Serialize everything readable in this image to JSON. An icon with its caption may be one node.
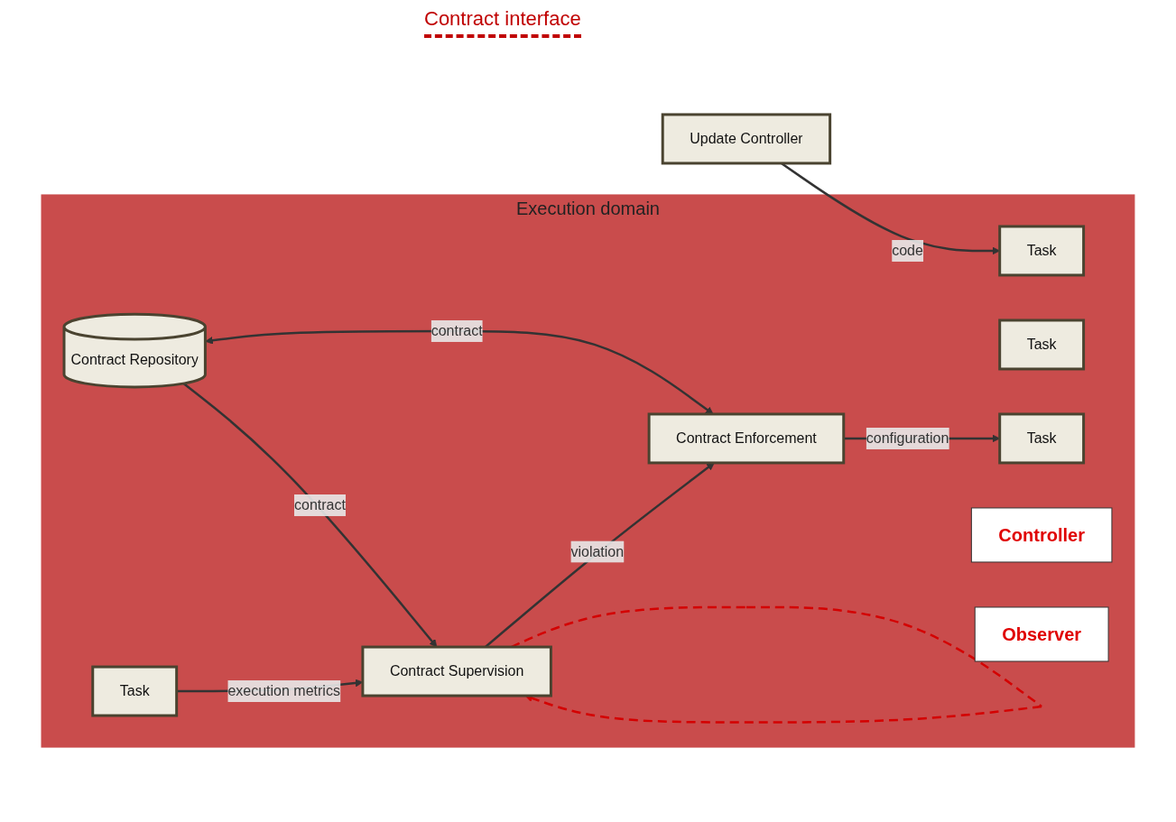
{
  "diagram": {
    "nodes": [
      {
        "text": [
          "Update Controller"
        ]
      },
      {
        "text": [
          "Execution domain"
        ]
      },
      {
        "text": [
          "Task"
        ],
        "in": 1
      },
      {
        "text": [
          "Task"
        ],
        "in": 1
      },
      {
        "text": [
          "Task"
        ],
        "in": 1
      },
      {
        "text": [
          "Task"
        ],
        "in": 1
      },
      {
        "text": [
          "Controller"
        ],
        "in": 1
      },
      {
        "text": [
          "Contract Enforcement"
        ],
        "in": 1
      },
      {
        "text": [
          "Contract Repository"
        ],
        "in": 1
      },
      {
        "text": [
          "Contract Supervision"
        ],
        "in": 1
      },
      {
        "text": [
          "Observer"
        ],
        "in": 1
      }
    ],
    "edges": [
      {
        "from": 0,
        "to": 2,
        "arrow": "to",
        "label": "code"
      },
      {
        "from": 8,
        "to": 7,
        "arrow": "both",
        "label": "contract"
      },
      {
        "from": 8,
        "to": 9,
        "arrow": "to",
        "label": "contract"
      },
      {
        "from": 9,
        "to": 7,
        "arrow": "to",
        "label": "violation"
      },
      {
        "from": 7,
        "to": 4,
        "arrow": "to",
        "label": "configuration"
      },
      {
        "from": 5,
        "to": 9,
        "arrow": "to",
        "label": "execution metrics"
      },
      {
        "from": 9,
        "to": 9,
        "arrow": "to",
        "style": "dashed",
        "color": "#d40000"
      }
    ],
    "labels": [
      "Contract interface"
    ]
  }
}
